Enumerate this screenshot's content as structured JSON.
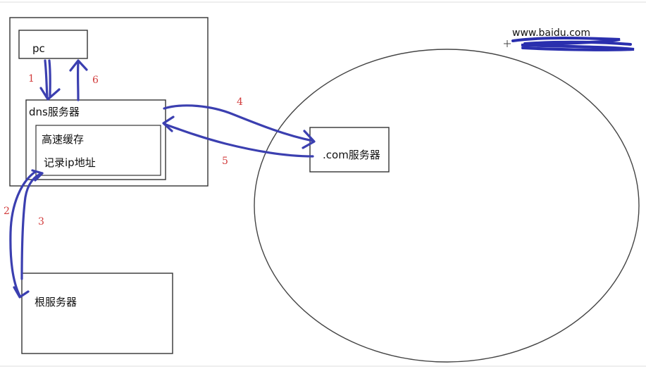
{
  "nodes": {
    "pc": "pc",
    "dns_server": "dns服务器",
    "cache_line1": "高速缓存",
    "cache_line2": "记录ip地址",
    "com_server": ".com服务器",
    "root_server": "根服务器"
  },
  "url_label": "www.baidu.com",
  "steps": [
    "1",
    "2",
    "3",
    "4",
    "5",
    "6"
  ],
  "colors": {
    "arrow": "#3b3fb0",
    "step_number": "#d23c3c",
    "box_stroke": "#333333"
  }
}
